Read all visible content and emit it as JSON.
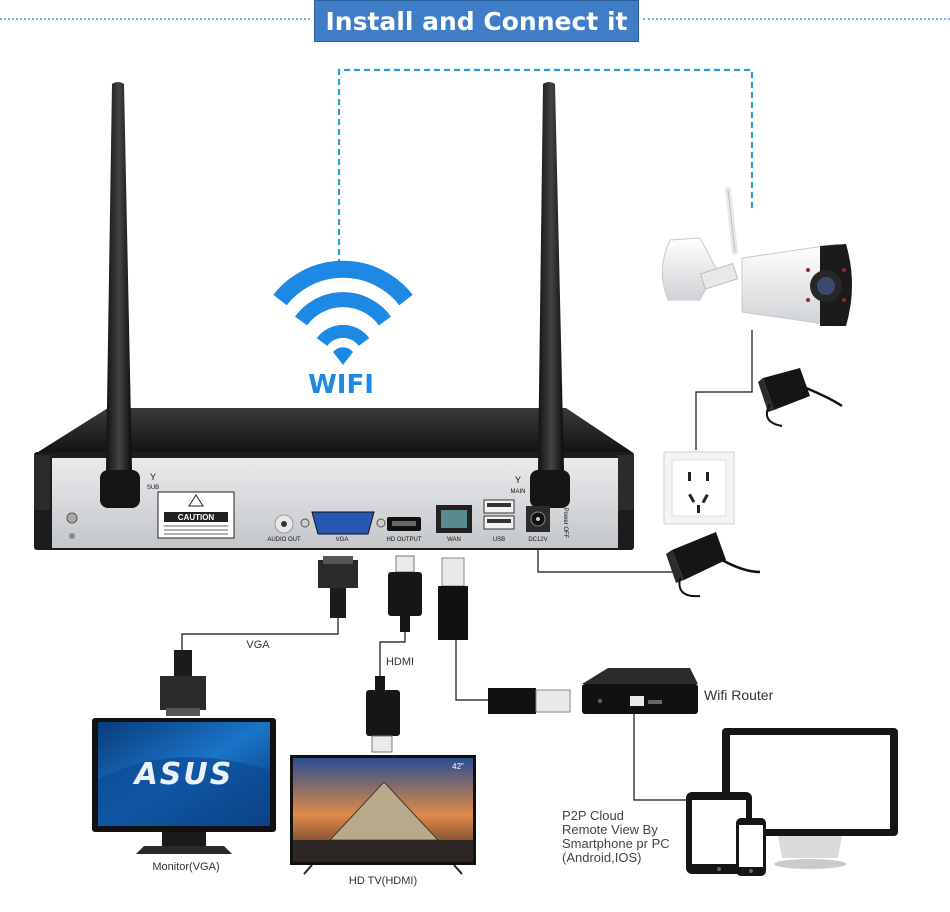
{
  "title": "Install and Connect it",
  "wifi_label": "WIFI",
  "nvr": {
    "caution": "CAUTION",
    "antenna_sub": "SUB",
    "antenna_main": "MAIN",
    "ports": {
      "audio_out": "AUDIO OUT",
      "vga": "VGA",
      "hd_output": "HD OUTPUT",
      "wan": "WAN",
      "usb": "USB",
      "dc12v": "DC12V",
      "power_off": "Power OFF"
    }
  },
  "cable_labels": {
    "vga": "VGA",
    "hdmi": "HDMI"
  },
  "devices": {
    "router": "Wifi Router",
    "monitor": "Monitor(VGA)",
    "monitor_brand": "ASUS",
    "tv": "HD TV(HDMI)",
    "tv_size": "42\"",
    "p2p_lines": [
      "P2P Cloud",
      "Remote View By",
      "Smartphone pr PC",
      "(Android,IOS)"
    ]
  },
  "colors": {
    "title_bg": "#3f7dc6",
    "wifi_blue": "#1e88e5",
    "dashed_link": "#2a9fd6",
    "nvr_body": "#1c1c1c",
    "panel_silver": "#d6d8da"
  }
}
